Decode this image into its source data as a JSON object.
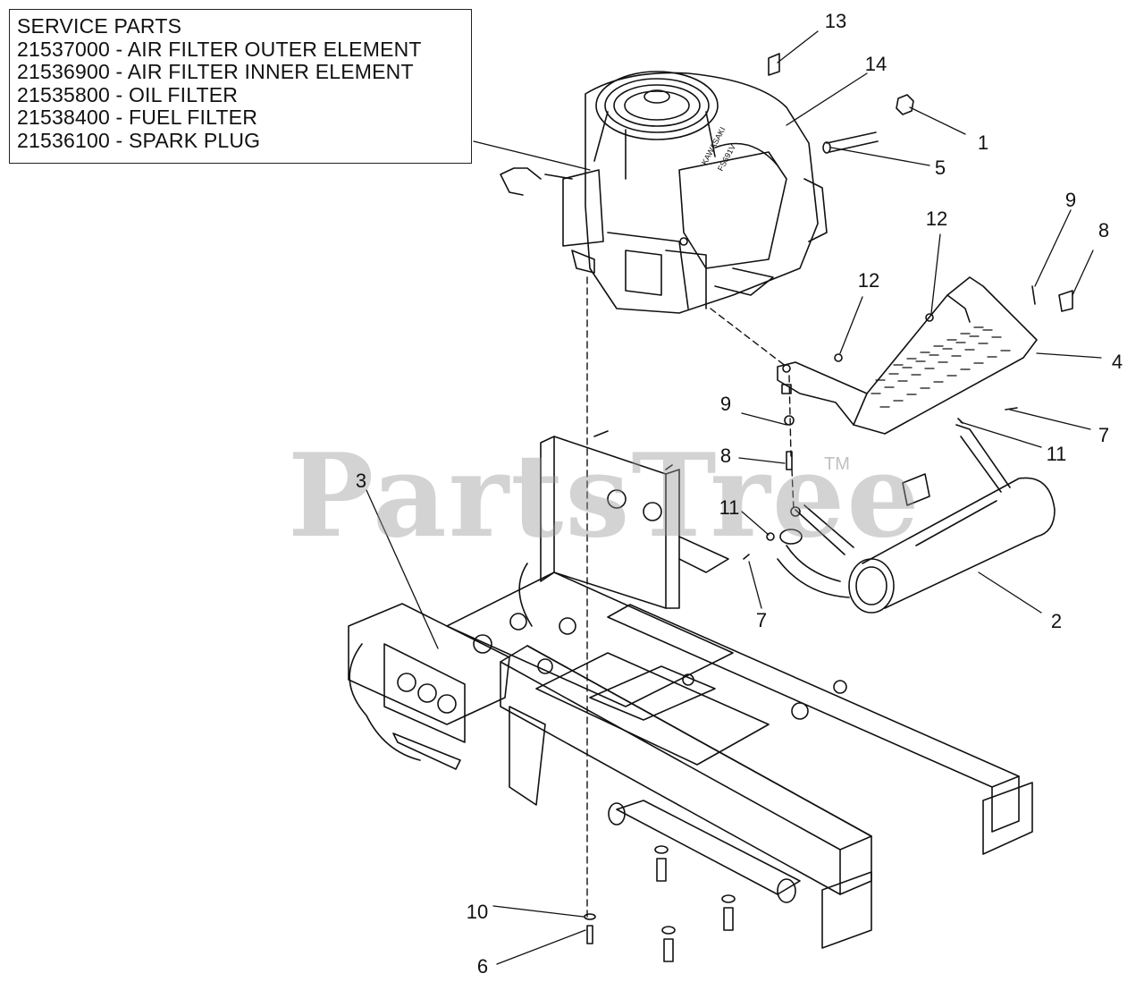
{
  "legend": {
    "title": "SERVICE PARTS",
    "items": [
      "21537000 - AIR FILTER OUTER ELEMENT",
      "21536900 - AIR FILTER INNER ELEMENT",
      "21535800 - OIL FILTER",
      "21538400 - FUEL FILTER",
      "21536100 - SPARK PLUG"
    ]
  },
  "watermark": {
    "text": "PartsTree",
    "tm": "TM"
  },
  "engine_label": {
    "brand": "KAWASAKI",
    "model": "FS691V"
  },
  "callouts": {
    "c1": "1",
    "c2": "2",
    "c3": "3",
    "c4": "4",
    "c5": "5",
    "c6": "6",
    "c7a": "7",
    "c7b": "7",
    "c8a": "8",
    "c8b": "8",
    "c9a": "9",
    "c9b": "9",
    "c10": "10",
    "c11a": "11",
    "c11b": "11",
    "c12a": "12",
    "c12b": "12",
    "c13": "13",
    "c14": "14"
  }
}
